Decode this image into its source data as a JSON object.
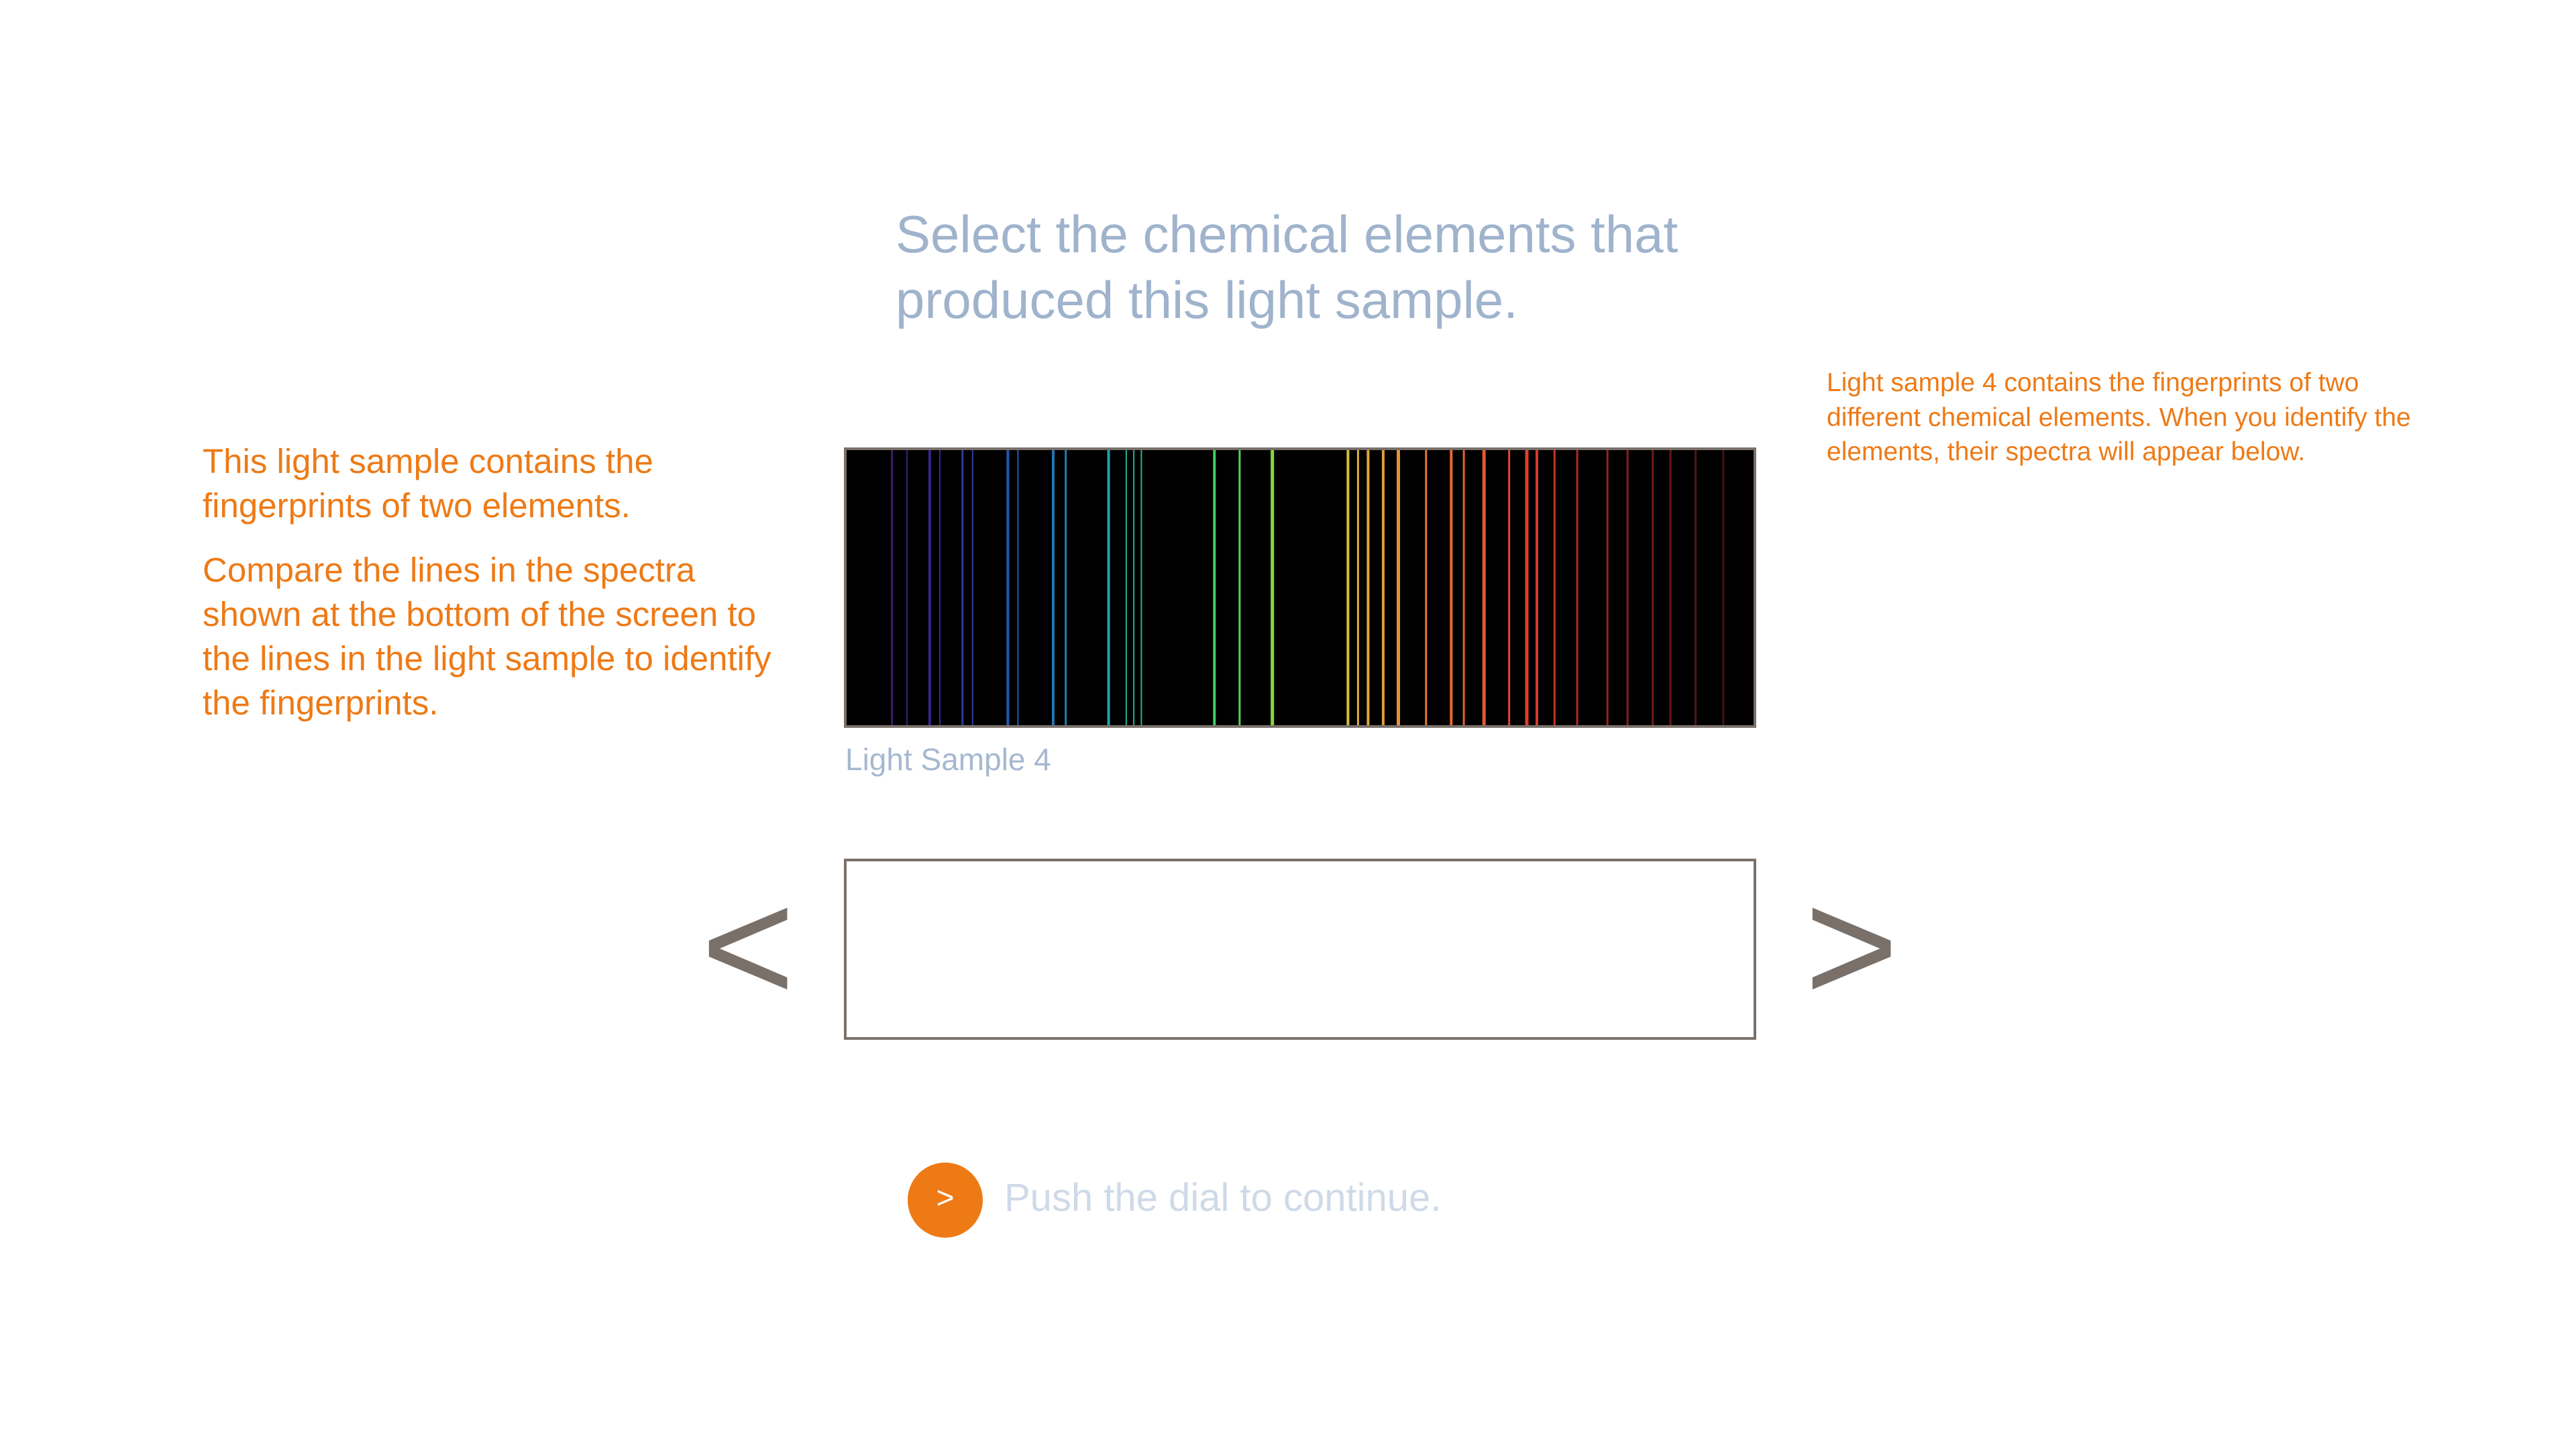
{
  "prompt": {
    "line1": "Select the chemical elements that",
    "line2": "produced this light sample."
  },
  "instructions": {
    "para1": "This light sample contains the fingerprints of two elements.",
    "para2": "Compare the lines in the spectra shown at the bottom of the screen to the lines in the light sample to identify the fingerprints."
  },
  "note": {
    "text": "Light sample 4 contains the fingerprints of two different chemical elements. When you identify the elements, their spectra will appear below."
  },
  "sample": {
    "caption": "Light Sample 4",
    "lines": [
      {
        "nm": 388,
        "color": "#3b1c70",
        "w": 3
      },
      {
        "nm": 394,
        "color": "#3d1f78",
        "w": 2
      },
      {
        "nm": 403,
        "color": "#3a2386",
        "w": 4
      },
      {
        "nm": 407,
        "color": "#3b2690",
        "w": 2
      },
      {
        "nm": 416,
        "color": "#2e3a9c",
        "w": 3
      },
      {
        "nm": 420,
        "color": "#2b3f9f",
        "w": 2
      },
      {
        "nm": 434,
        "color": "#205ab0",
        "w": 4
      },
      {
        "nm": 438,
        "color": "#1f60b2",
        "w": 2
      },
      {
        "nm": 452,
        "color": "#1f77b6",
        "w": 4
      },
      {
        "nm": 457,
        "color": "#1f80b4",
        "w": 3
      },
      {
        "nm": 474,
        "color": "#20a5a8",
        "w": 4
      },
      {
        "nm": 481,
        "color": "#22b09a",
        "w": 2
      },
      {
        "nm": 484,
        "color": "#22b496",
        "w": 2
      },
      {
        "nm": 487,
        "color": "#23b893",
        "w": 2
      },
      {
        "nm": 516,
        "color": "#3dd061",
        "w": 4
      },
      {
        "nm": 526,
        "color": "#53d451",
        "w": 3
      },
      {
        "nm": 539,
        "color": "#86d93a",
        "w": 5
      },
      {
        "nm": 569,
        "color": "#d5c23a",
        "w": 4
      },
      {
        "nm": 573,
        "color": "#dcb43a",
        "w": 3
      },
      {
        "nm": 577,
        "color": "#e0a73b",
        "w": 4
      },
      {
        "nm": 583,
        "color": "#e49c3a",
        "w": 4
      },
      {
        "nm": 589,
        "color": "#e8903a",
        "w": 5
      },
      {
        "nm": 600,
        "color": "#e67a36",
        "w": 3
      },
      {
        "nm": 610,
        "color": "#e66a33",
        "w": 4
      },
      {
        "nm": 615,
        "color": "#e66232",
        "w": 3
      },
      {
        "nm": 623,
        "color": "#e55630",
        "w": 5
      },
      {
        "nm": 633,
        "color": "#e2482e",
        "w": 3
      },
      {
        "nm": 640,
        "color": "#df3f2c",
        "w": 5
      },
      {
        "nm": 644,
        "color": "#d8392a",
        "w": 4
      },
      {
        "nm": 651,
        "color": "#cc3127",
        "w": 3
      },
      {
        "nm": 660,
        "color": "#b22924",
        "w": 3
      },
      {
        "nm": 672,
        "color": "#962420",
        "w": 3
      },
      {
        "nm": 680,
        "color": "#85201d",
        "w": 3
      },
      {
        "nm": 690,
        "color": "#721c1a",
        "w": 3
      },
      {
        "nm": 697,
        "color": "#641917",
        "w": 3
      },
      {
        "nm": 707,
        "color": "#531614",
        "w": 3
      },
      {
        "nm": 718,
        "color": "#421210",
        "w": 3
      }
    ]
  },
  "spectrum_range_nm": [
    370,
    730
  ],
  "navigation": {
    "prev_label": "<",
    "next_label": ">"
  },
  "continue": {
    "button_label": ">",
    "text": "Push the dial to continue."
  },
  "colors": {
    "accent_orange": "#ee7a16",
    "prompt_blue": "#9fb3cc",
    "frame_gray": "#7a706a"
  }
}
